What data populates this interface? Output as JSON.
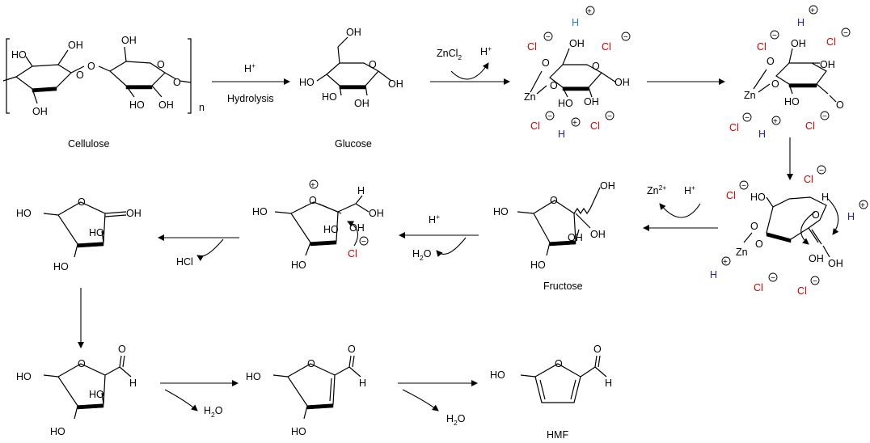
{
  "scheme": {
    "compounds": {
      "cellulose": "Cellulose",
      "glucose": "Glucose",
      "fructose": "Fructose",
      "hmf": "HMF"
    },
    "subscript_n": "n",
    "conditions": {
      "hydrolysis_top": "H",
      "hydrolysis_bottom": "Hydrolysis",
      "zncl2": "ZnCl",
      "zncl2_sub": "2",
      "h_plus": "H",
      "zn2_plus": "Zn",
      "zn2_plus_sup": "2+",
      "hcl": "HCl",
      "h2o": "H",
      "h2o_sub": "2",
      "h2o_tail": "O"
    },
    "species": {
      "cl": "Cl",
      "h": "H",
      "zn": "Zn",
      "oh": "OH",
      "ho": "HO",
      "o": "O"
    },
    "colors": {
      "chloride": "#d20000",
      "proton": "#1f1fcf",
      "proton_alt": "#2a7fbf"
    }
  }
}
